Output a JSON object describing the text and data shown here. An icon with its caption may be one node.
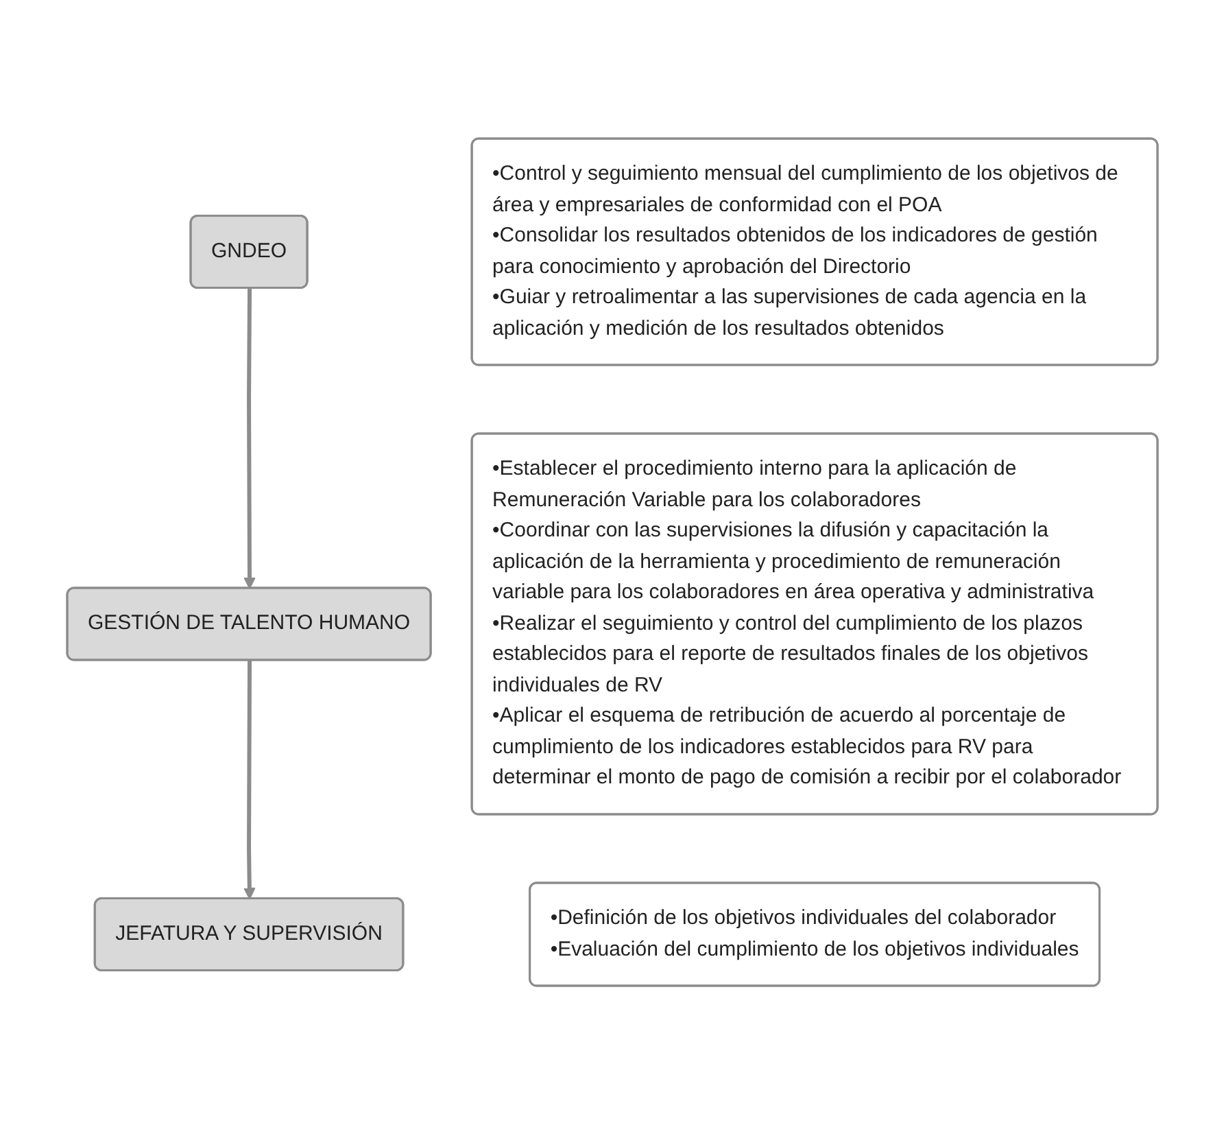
{
  "diagram": {
    "nodes": [
      {
        "text": [
          "GNDEO"
        ]
      },
      {
        "text": [
          "•Control y seguimiento mensual del cumplimiento de los objetivos de área y empresariales de conformidad con el POA",
          "•Consolidar los resultados obtenidos de los indicadores de gestión para conocimiento y aprobación del Directorio",
          "•Guiar y retroalimentar a las supervisiones de cada agencia en la aplicación y medición de los resultados obtenidos"
        ]
      },
      {
        "text": [
          "GESTIÓN DE TALENTO HUMANO"
        ]
      },
      {
        "text": [
          "•Establecer el procedimiento interno para la aplicación de Remuneración Variable para los colaboradores",
          "•Coordinar con las supervisiones la difusión y capacitación la aplicación de la herramienta y procedimiento de remuneración variable para los colaboradores en área operativa y administrativa",
          "•Realizar el seguimiento y control del cumplimiento de los plazos establecidos para el reporte de resultados finales de los objetivos individuales de RV",
          "•Aplicar el esquema de retribución de acuerdo al porcentaje de cumplimiento de los indicadores establecidos para RV para determinar el monto de pago de comisión a recibir por el colaborador"
        ]
      },
      {
        "text": [
          "JEFATURA Y SUPERVISIÓN"
        ]
      },
      {
        "text": [
          "•Definición de los objetivos individuales del colaborador",
          "•Evaluación del cumplimiento de los objetivos individuales"
        ]
      }
    ],
    "edges": [
      {
        "from": 0,
        "to": 2,
        "arrow": "to"
      },
      {
        "from": 2,
        "to": 4,
        "arrow": "to"
      }
    ]
  }
}
